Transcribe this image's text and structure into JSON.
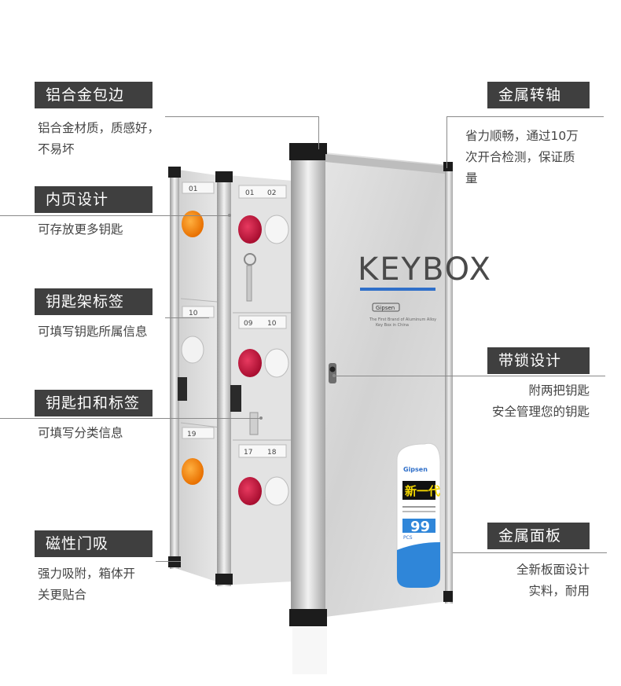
{
  "features": {
    "left": [
      {
        "title": "铝合金包边",
        "desc": [
          "铝合金材质，质感好，",
          "不易坏"
        ]
      },
      {
        "title": "内页设计",
        "desc": [
          "可存放更多钥匙"
        ]
      },
      {
        "title": "钥匙架标签",
        "desc": [
          "可填写钥匙所属信息"
        ]
      },
      {
        "title": "钥匙扣和标签",
        "desc": [
          "可填写分类信息"
        ]
      },
      {
        "title": "磁性门吸",
        "desc": [
          "强力吸附，箱体开",
          "关更贴合"
        ]
      }
    ],
    "right": [
      {
        "title": "金属转轴",
        "desc": [
          "省力顺畅，通过10万",
          "次开合检测，保证质",
          "量"
        ]
      },
      {
        "title": "带锁设计",
        "desc": [
          "附两把钥匙",
          "安全管理您的钥匙"
        ]
      },
      {
        "title": "金属面板",
        "desc": [
          "全新板面设计",
          "实料，耐用"
        ]
      }
    ]
  },
  "product": {
    "logo": "KEYBOX",
    "brand": "Gipsen",
    "tagline": [
      "The First Brand of Aluminum Alloy",
      "Key Box in China"
    ],
    "sticker_brand": "Gipsen",
    "sticker_title": "新一代",
    "sticker_number": "99",
    "sticker_unit": "PCS",
    "slot_numbers": [
      "01",
      "01",
      "02",
      "10",
      "09",
      "10",
      "19",
      "17",
      "18"
    ]
  },
  "colors": {
    "label_bg": "#3f3f3f",
    "panel": "#dcdcdc",
    "accent_blue": "#2f6fc9",
    "tag_red": "#c1123a",
    "tag_orange": "#f08a12"
  }
}
